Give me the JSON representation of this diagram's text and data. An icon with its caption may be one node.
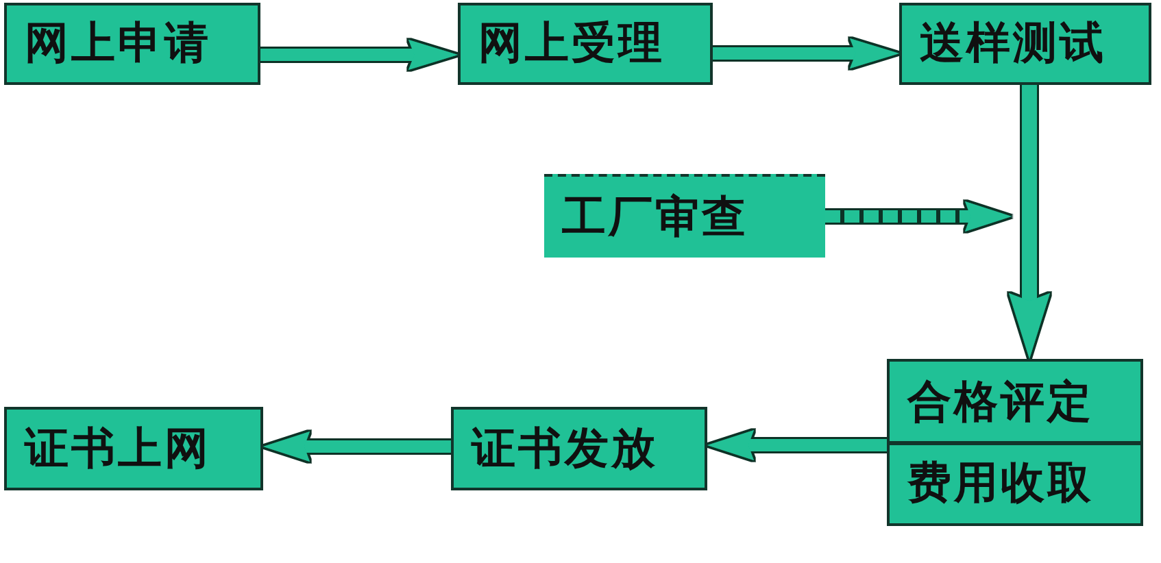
{
  "diagram": {
    "nodes": [
      {
        "text": [
          "网上申请"
        ]
      },
      {
        "text": [
          "网上受理"
        ]
      },
      {
        "text": [
          "送样测试"
        ]
      },
      {
        "text": [
          "工厂审查"
        ]
      },
      {
        "text": [
          "合格评定",
          "费用收取"
        ]
      },
      {
        "text": [
          "证书发放"
        ]
      },
      {
        "text": [
          "证书上网"
        ]
      }
    ],
    "edges": [
      {
        "from": 0,
        "to": 1,
        "arrow": "to"
      },
      {
        "from": 1,
        "to": 2,
        "arrow": "to"
      },
      {
        "from": 2,
        "to": 4,
        "arrow": "to"
      },
      {
        "from": 3,
        "to": null,
        "arrow": "to",
        "style": "dashed"
      },
      {
        "from": 4,
        "to": 5,
        "arrow": "to"
      },
      {
        "from": 5,
        "to": 6,
        "arrow": "to"
      }
    ]
  }
}
